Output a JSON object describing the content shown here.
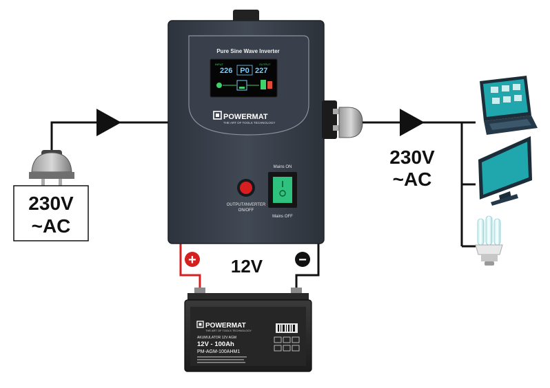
{
  "input": {
    "voltage": "230V",
    "type": "~AC"
  },
  "output": {
    "voltage": "230V",
    "type": "~AC"
  },
  "battery_link": {
    "voltage": "12V",
    "positive": "+",
    "negative": "−"
  },
  "inverter": {
    "title": "Pure Sine Wave Inverter",
    "brand": "POWERMAT",
    "tagline": "THE ART OF TOOLS TECHNOLOGY",
    "display": {
      "input_reading": "226",
      "mode": "P0",
      "output_reading": "227",
      "left_tag": "INPUT",
      "right_tag": "OUTPUT"
    },
    "button_label_1": "OUTPUT/INVERTER",
    "button_label_2": "ON/OFF",
    "switch_on_label": "Mains ON",
    "switch_off_label": "Mains OFF"
  },
  "battery": {
    "brand": "POWERMAT",
    "tagline": "THE ART OF TOOLS TECHNOLOGY",
    "type": "AKUMULATOR 12V AGM",
    "capacity": "12V - 100Ah",
    "model": "PM-AGM-100AHM1"
  },
  "colors": {
    "inverter_body": "#3b4350",
    "wire_positive": "#d62020",
    "wire_negative": "#1a1a1a",
    "lcd_text": "#7ad0ff",
    "switch": "#2ec27e",
    "button": "#d81e1e",
    "device_screen": "#1fa7ad"
  },
  "icons": [
    "ac-plug-icon",
    "flow-arrow-icon",
    "laptop-icon",
    "monitor-icon",
    "cfl-bulb-icon",
    "battery-icon"
  ]
}
